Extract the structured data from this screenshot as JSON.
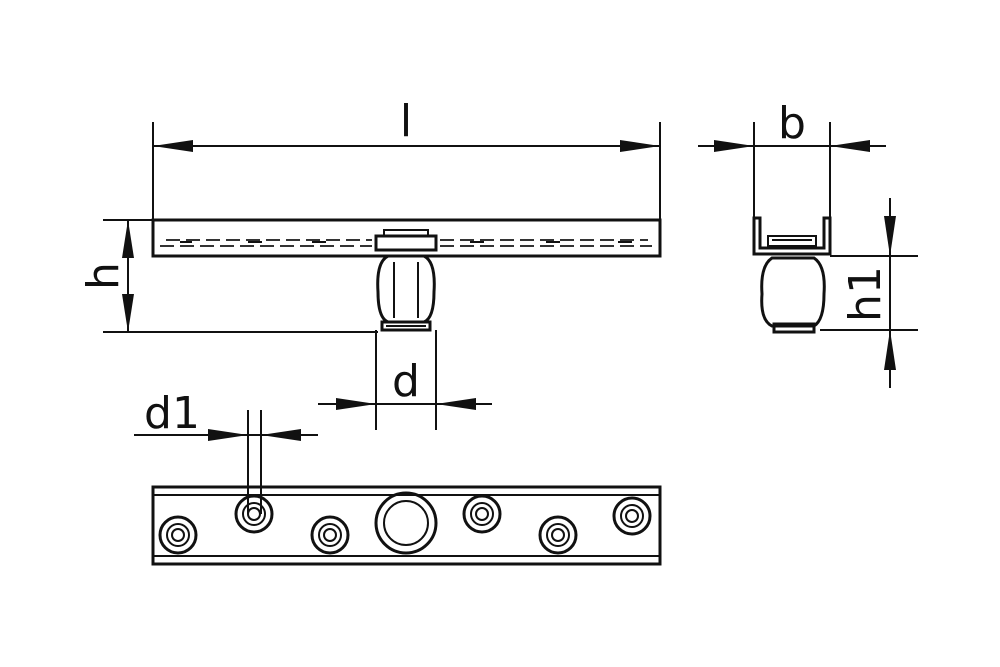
{
  "labels": {
    "length": "l",
    "height": "h",
    "wheel_diameter": "d",
    "hole_diameter": "d1",
    "width": "b",
    "wheel_height": "h1"
  }
}
